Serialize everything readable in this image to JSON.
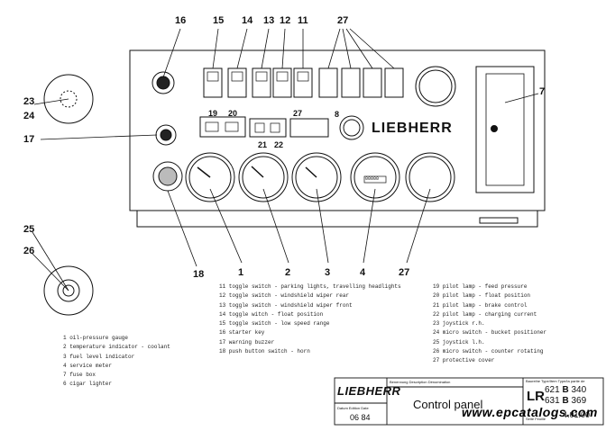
{
  "callouts": {
    "c1": "1",
    "c2": "2",
    "c3": "3",
    "c4": "4",
    "c7": "7",
    "c8": "8",
    "c11": "11",
    "c12": "12",
    "c13": "13",
    "c14": "14",
    "c15": "15",
    "c16": "16",
    "c17": "17",
    "c18": "18",
    "c19": "19",
    "c20": "20",
    "c21": "21",
    "c22": "22",
    "c23": "23",
    "c24": "24",
    "c25": "25",
    "c26": "26",
    "c27a": "27",
    "c27b": "27",
    "c27c": "27"
  },
  "panel": {
    "brand": "LIEBHERR",
    "meter_value": "00000"
  },
  "legend_left": [
    "1  oil-pressure gauge",
    "2  temperature indicator - coolant",
    "3  fuel level indicator",
    "4  service meter",
    "7  fuse box",
    "6  cigar lighter"
  ],
  "legend_mid": [
    "11  toggle switch - parking lights, travelling headlights",
    "12  toggle switch - windshield wiper rear",
    "13  toggle switch - windshield wiper front",
    "14  toggle witch - float position",
    "15  toggle switch - low speed range",
    "16  starter key",
    "17  warning buzzer",
    "18  push button switch - horn"
  ],
  "legend_right": [
    "19  pilot lamp - feed pressure",
    "20  pilot lamp - float position",
    "21  pilot lamp - brake control",
    "22  pilot lamp - charging current",
    "23  joystick r.h.",
    "24  micro switch - bucket positioner",
    "25  joystick l.h.",
    "26  micro switch - counter rotating",
    "27  protective cover"
  ],
  "title_block": {
    "logo": "LIEBHERR",
    "header_text": "Benennung  Description  Dénomination",
    "title": "Control   panel",
    "date_label": "Datum  Edition  Date",
    "date_value": "06  84",
    "type_label": "Baureihe  Type/Item  Type/Ia partie de",
    "model_prefix": "LR",
    "model_1a": "621",
    "model_1b": "B",
    "model_1c": "340",
    "model_2a": "631",
    "model_2b": "B",
    "model_2c": "369",
    "sheet_value": "4.01.00",
    "sheet_label": "Seite  Feuille"
  },
  "watermark": "www.epcatalogs.com"
}
